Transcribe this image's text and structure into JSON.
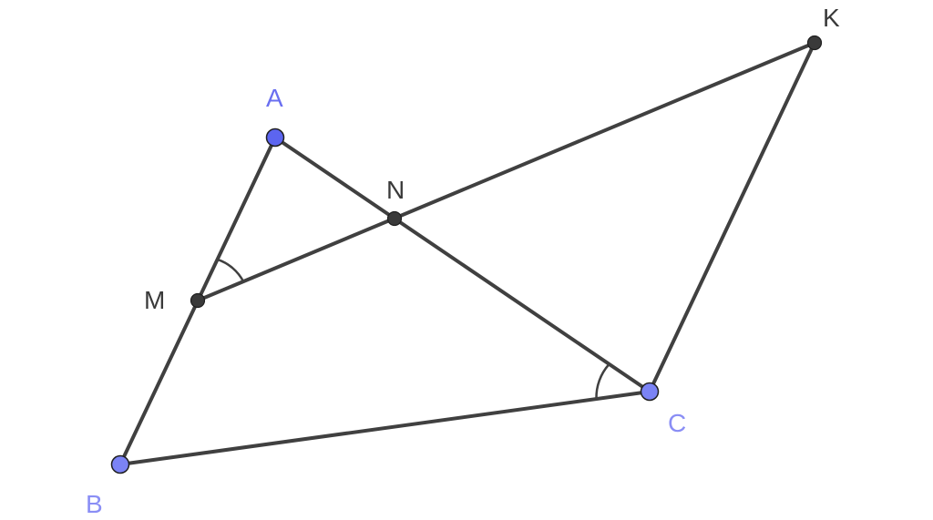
{
  "points": {
    "A": {
      "label": "A",
      "kind": "free"
    },
    "B": {
      "label": "B",
      "kind": "free"
    },
    "C": {
      "label": "C",
      "kind": "free"
    },
    "M": {
      "label": "M",
      "kind": "dependent"
    },
    "N": {
      "label": "N",
      "kind": "dependent"
    },
    "K": {
      "label": "K",
      "kind": "dependent"
    }
  },
  "segments": [
    "AB",
    "AC",
    "BC",
    "MK",
    "CK"
  ],
  "angle_marks": [
    "AMN",
    "ACB"
  ],
  "colors": {
    "free_point_fill": "#5c65f0",
    "free_point_fill_light": "#7b83f5",
    "free_label": "#6a6ff0",
    "free_label_light": "#8a8ef5",
    "dependent_point_fill": "#3a3a3a",
    "dependent_label": "#3a3a3a",
    "segment": "#404040"
  }
}
